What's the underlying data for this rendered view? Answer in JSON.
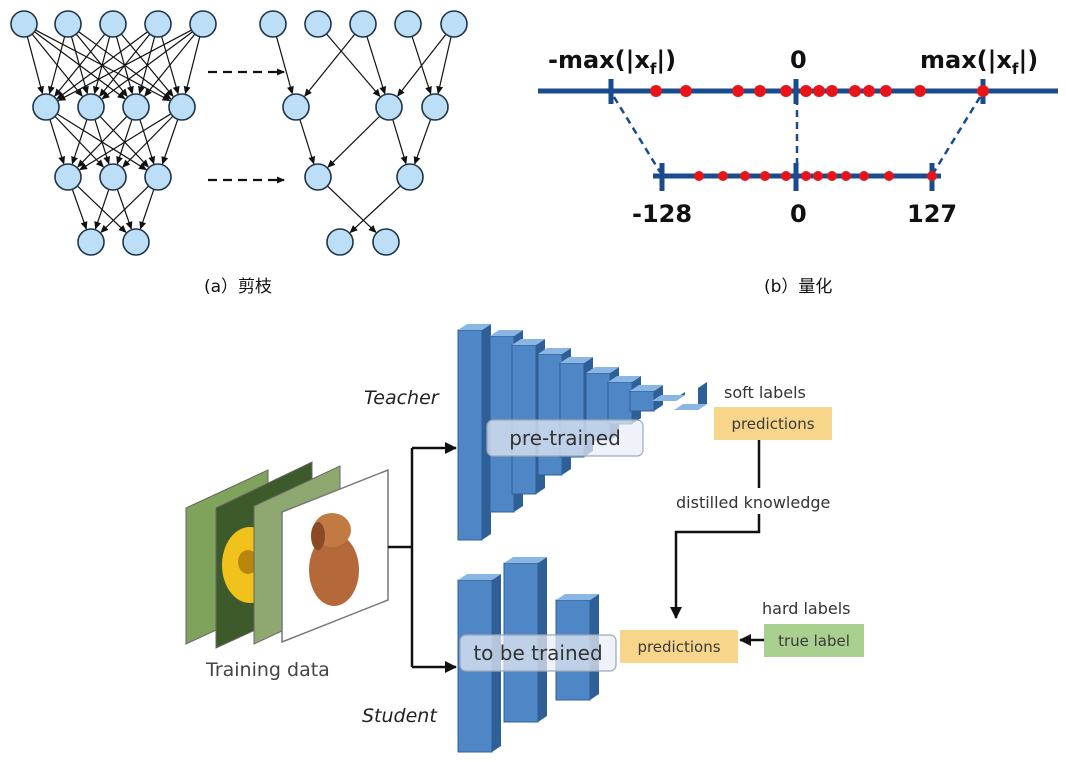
{
  "captions": {
    "pruning": "(a）剪枝",
    "quantization": "(b）量化"
  },
  "quantization": {
    "top_left_prefix": "-max(|x",
    "top_right_prefix": "max(|x",
    "sub": "f",
    "suffix": "|)",
    "top_mid": "0",
    "bottom_left": "-128",
    "bottom_mid": "0",
    "bottom_right": "127"
  },
  "distillation": {
    "teacher": "Teacher",
    "student": "Student",
    "training_data": "Training data",
    "teacher_net": "pre-trained",
    "student_net": "to be trained",
    "soft_labels": "soft labels",
    "teacher_predictions": "predictions",
    "distilled": "distilled  knowledge",
    "hard_labels": "hard labels",
    "student_predictions": "predictions",
    "true_label": "true label"
  },
  "colors": {
    "node_fill": "#bcdff7",
    "node_stroke": "#1f3548",
    "axis": "#1a4b8c",
    "point": "#e8141a",
    "block": "#4f86c6",
    "predictions_box": "#f7d58a",
    "true_label_box": "#a9d08e"
  }
}
